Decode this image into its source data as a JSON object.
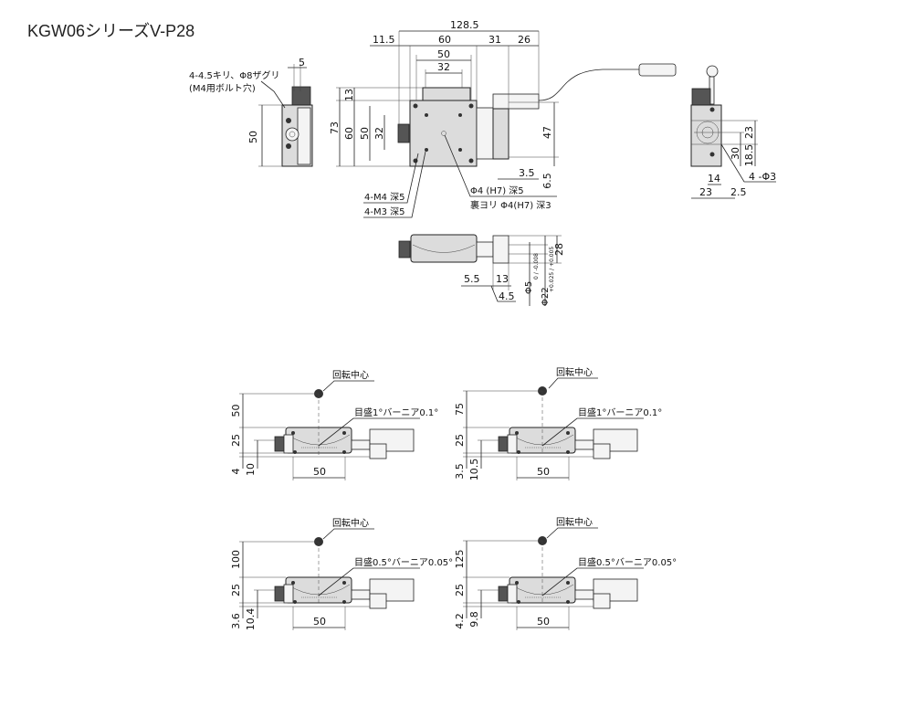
{
  "title": "KGW06シリーズV-P28",
  "top_views": {
    "dims": {
      "d128_5": "128.5",
      "d11_5": "11.5",
      "d60h": "60",
      "d31": "31",
      "d26": "26",
      "d50h": "50",
      "d32h": "32",
      "d13": "13",
      "d73": "73",
      "d60v": "60",
      "d50v": "50",
      "d32v": "32",
      "d47": "47",
      "d3_5": "3.5",
      "d6_5": "6.5",
      "side5": "5",
      "side50": "50",
      "r23": "23",
      "r30": "30",
      "r18_5": "18.5",
      "r14": "14",
      "r23b": "23",
      "r2_5": "2.5",
      "f28": "28",
      "f5_5": "5.5",
      "f13": "13",
      "f4_5": "4.5",
      "phi5": "Φ5",
      "phi5_tol": "0 / -0.008",
      "phi22": "Φ22",
      "phi22_tol": "+0.025 / +0.005"
    },
    "notes": {
      "bolt_hole_1": "4-4.5キリ、Φ8ザグリ",
      "bolt_hole_2": "(M4用ボルト穴)",
      "m4": "4-M4 深5",
      "m3": "4-M3 深5",
      "pin1": "Φ4 (H7) 深5",
      "pin2": "裏ヨリ Φ4(H7) 深3",
      "phi3": "4 -Φ3"
    }
  },
  "variants": [
    {
      "center_label": "回転中心",
      "scale_label": "目盛1°バーニア0.1°",
      "h_top": "50",
      "h_body": "25",
      "h_a": "4",
      "h_b": "10",
      "w": "50"
    },
    {
      "center_label": "回転中心",
      "scale_label": "目盛1°バーニア0.1°",
      "h_top": "75",
      "h_body": "25",
      "h_a": "3.5",
      "h_b": "10.5",
      "w": "50"
    },
    {
      "center_label": "回転中心",
      "scale_label": "目盛0.5°バーニア0.05°",
      "h_top": "100",
      "h_body": "25",
      "h_a": "3.6",
      "h_b": "10.4",
      "w": "50"
    },
    {
      "center_label": "回転中心",
      "scale_label": "目盛0.5°バーニア0.05°",
      "h_top": "125",
      "h_body": "25",
      "h_a": "4.2",
      "h_b": "9.8",
      "w": "50"
    }
  ]
}
